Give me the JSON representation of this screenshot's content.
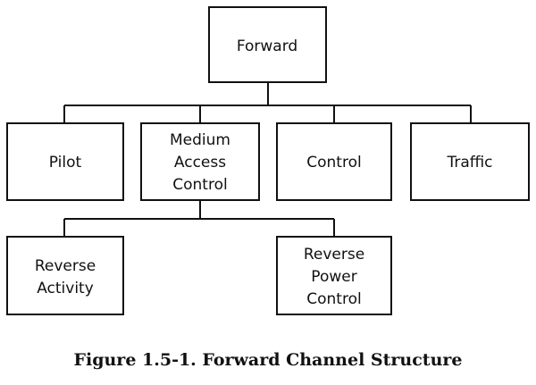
{
  "diagram": {
    "root": {
      "lines": [
        "Forward"
      ]
    },
    "pilot": {
      "lines": [
        "Pilot"
      ]
    },
    "mac": {
      "lines": [
        "Medium",
        "Access",
        "Control"
      ]
    },
    "control": {
      "lines": [
        "Control"
      ]
    },
    "traffic": {
      "lines": [
        "Traffic"
      ]
    },
    "reverse_activity": {
      "lines": [
        "Reverse",
        "Activity"
      ]
    },
    "reverse_power_control": {
      "lines": [
        "Reverse",
        "Power",
        "Control"
      ]
    }
  },
  "caption": "Figure 1.5-1. Forward Channel Structure"
}
